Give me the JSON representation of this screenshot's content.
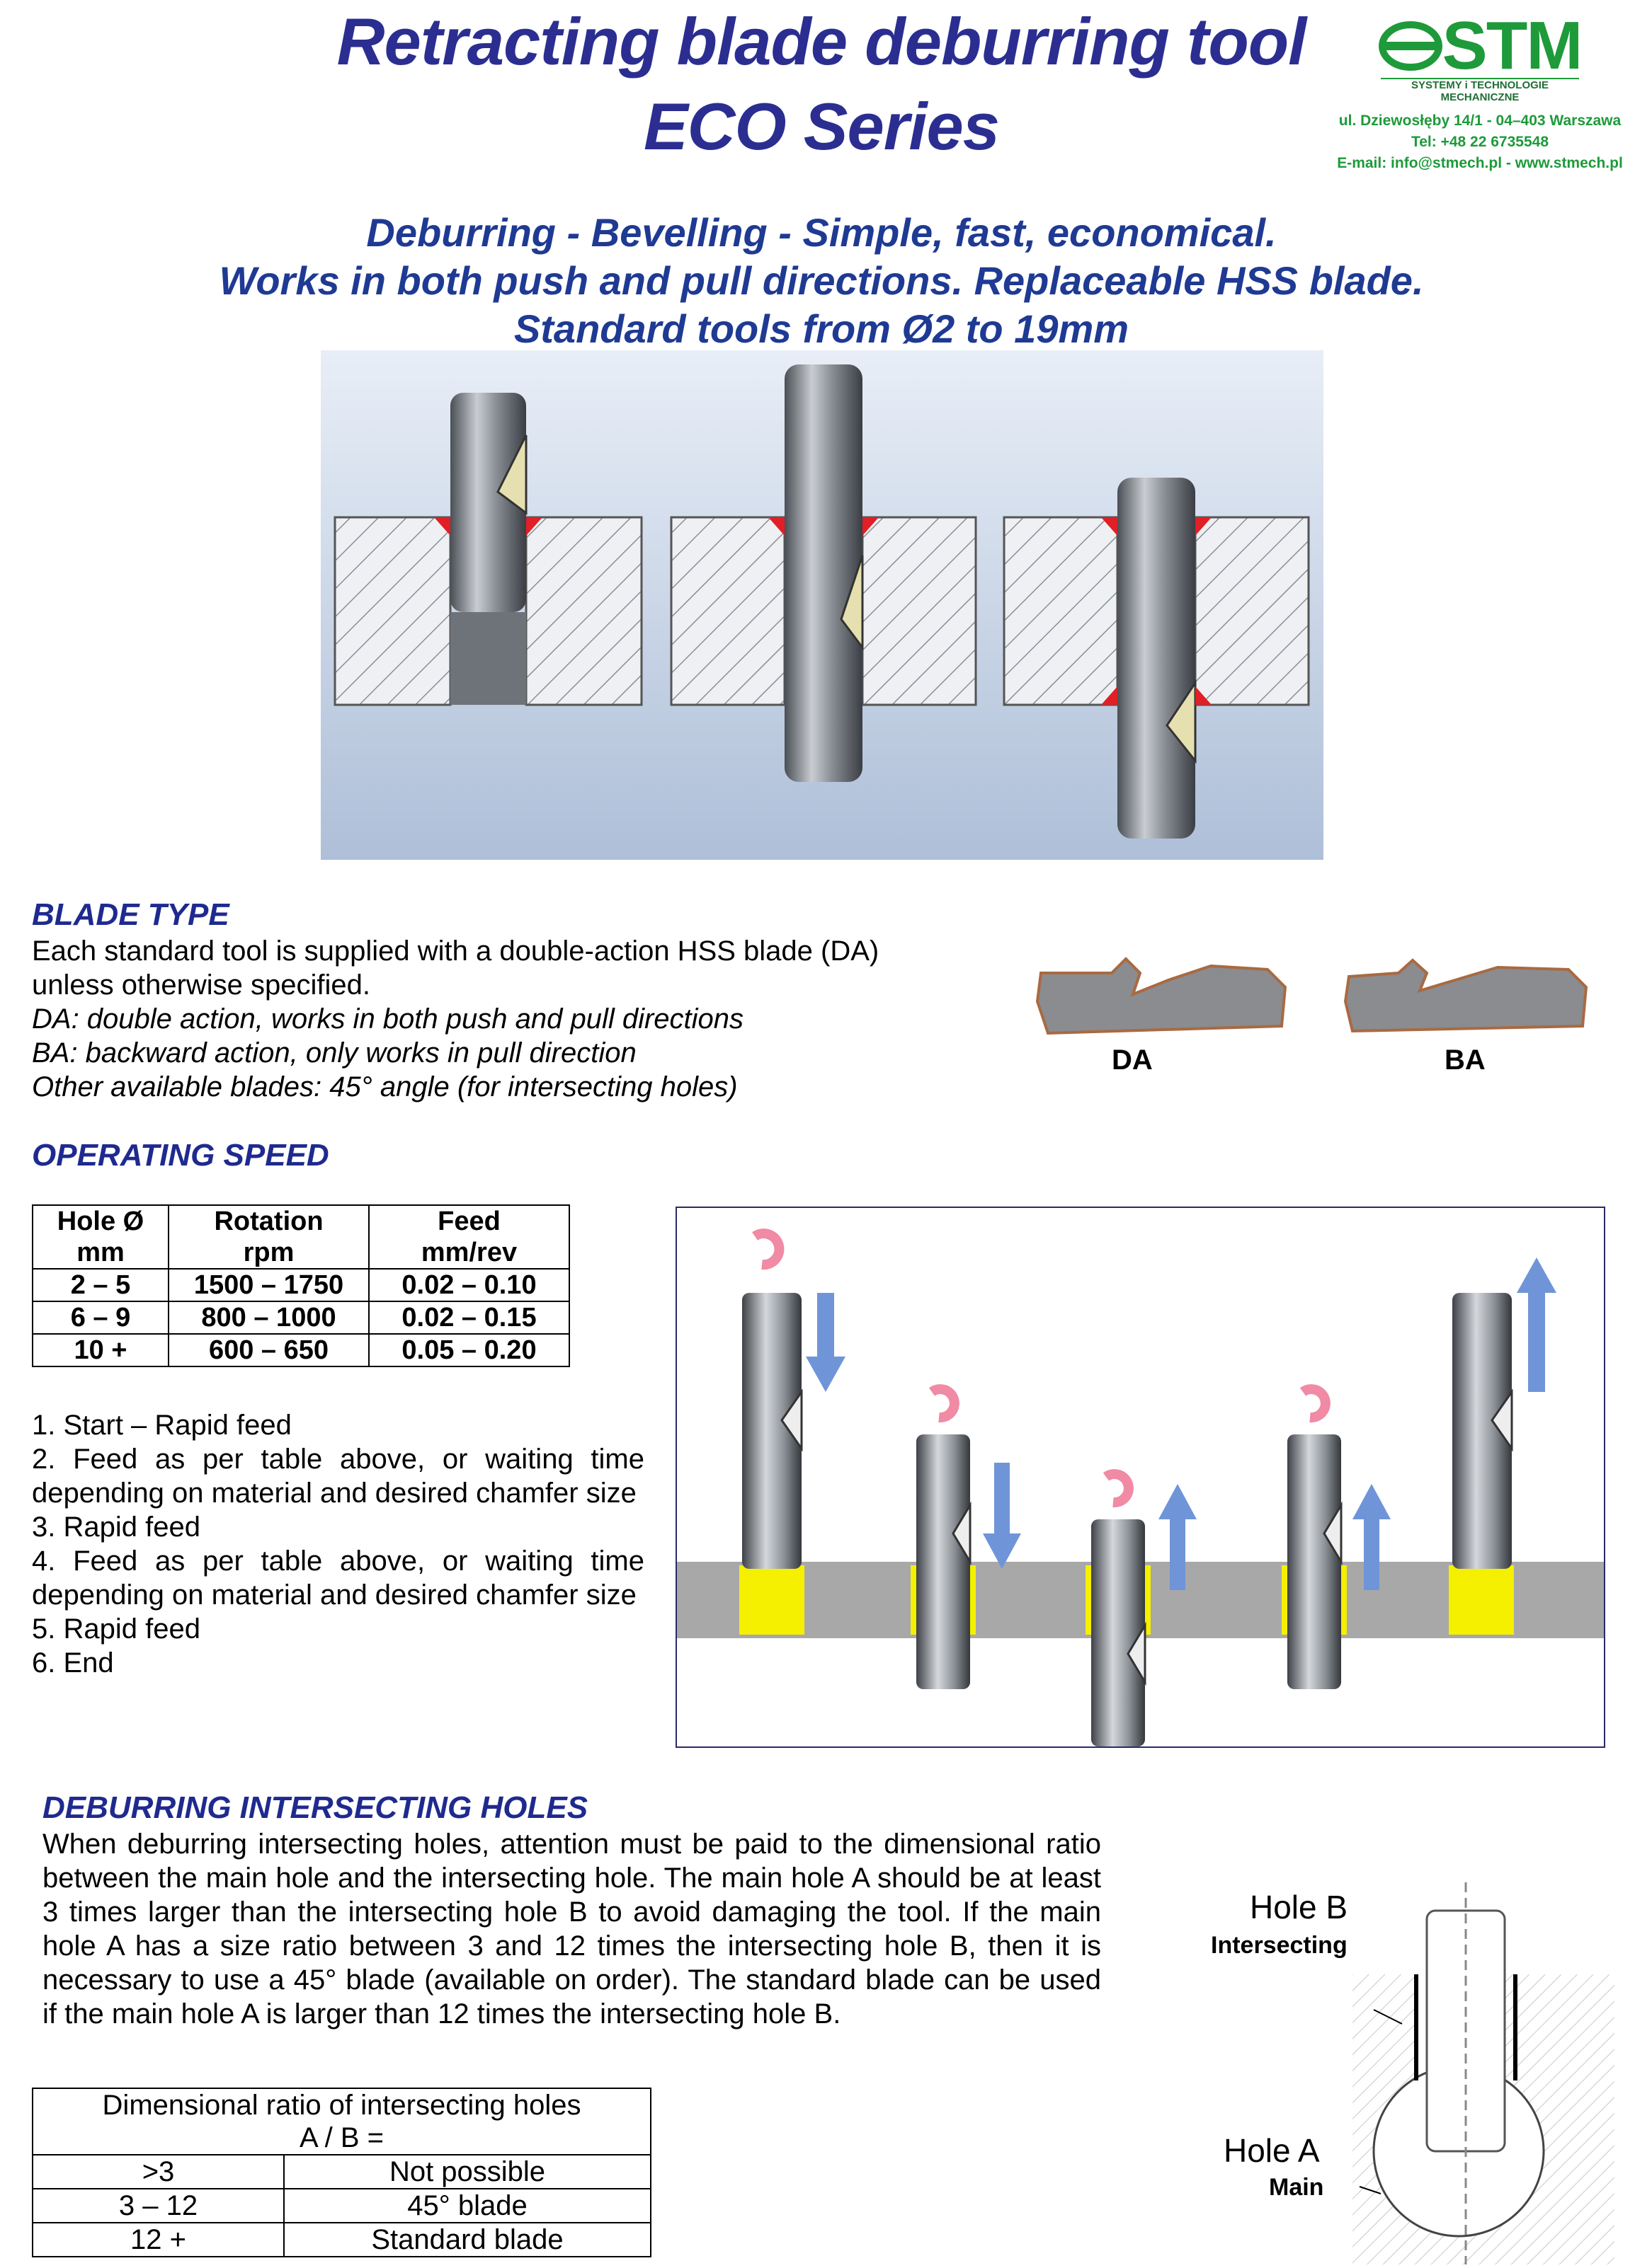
{
  "header": {
    "title_line1": "Retracting blade deburring tool",
    "title_line2": "ECO Series",
    "logo_text": "STM",
    "logo_subtext": "SYSTEMY i TECHNOLOGIE MECHANICZNE",
    "address": "ul. Dziewosłęby 14/1 - 04–403 Warszawa",
    "phone": "Tel: +48 22 6735548",
    "email_web": "E-mail: info@stmech.pl - www.stmech.pl"
  },
  "subtitle": {
    "line1": "Deburring - Bevelling - Simple, fast, economical.",
    "line2": "Works in both push and pull directions. Replaceable HSS blade.",
    "line3": "Standard tools from Ø2 to 19mm"
  },
  "blade_type": {
    "heading": "BLADE TYPE",
    "line1": "Each standard tool is supplied with a double-action HSS blade (DA)",
    "line2": "unless otherwise specified.",
    "line3": "DA: double action, works in both push and pull directions",
    "line4": "BA: backward action, only works in pull direction",
    "line5": "Other available blades:  45° angle (for intersecting holes)",
    "label_da": "DA",
    "label_ba": "BA"
  },
  "operating_speed": {
    "heading": "OPERATING SPEED",
    "headers": [
      {
        "l1": "Hole Ø",
        "l2": "mm"
      },
      {
        "l1": "Rotation",
        "l2": "rpm"
      },
      {
        "l1": "Feed",
        "l2": "mm/rev"
      }
    ],
    "rows": [
      [
        "2 – 5",
        "1500 – 1750",
        "0.02 – 0.10"
      ],
      [
        "6 – 9",
        "800 – 1000",
        "0.02 – 0.15"
      ],
      [
        "10 +",
        "600 – 650",
        "0.05 – 0.20"
      ]
    ],
    "steps": [
      "1. Start – Rapid feed",
      "2. Feed as per table above, or waiting time depending on material and desired chamfer size",
      "3. Rapid feed",
      "4. Feed as per table above, or waiting time depending on material and desired chamfer size",
      "5. Rapid feed",
      "6. End"
    ]
  },
  "intersecting": {
    "heading": "DEBURRING INTERSECTING HOLES",
    "paragraph": "When deburring intersecting holes, attention must be paid to the dimensional ratio between the main hole and the intersecting hole. The main hole A should be at least 3 times larger than the intersecting hole B to avoid damaging the tool. If the main hole A has a size ratio between 3 and 12 times the intersecting hole B, then it is necessary to use a 45° blade (available on order). The standard blade can be used if the main hole A is larger than 12 times the intersecting hole B.",
    "table_title1": "Dimensional ratio of intersecting holes",
    "table_title2": "A / B =",
    "rows": [
      [
        ">3",
        "Not possible"
      ],
      [
        "3 – 12",
        "45° blade"
      ],
      [
        "12 +",
        "Standard blade"
      ]
    ],
    "diagram": {
      "hole_b": "Hole B",
      "hole_b_sub": "Intersecting",
      "hole_a": "Hole A",
      "hole_a_sub": "Main"
    }
  },
  "colors": {
    "title": "#2b2e90",
    "logo_green": "#1e9a3a",
    "chamfer_red": "#e01f26",
    "chamfer_yellow": "#f5ef00",
    "arrow_blue": "#6f95d8",
    "rotation_pink": "#f08aa5"
  }
}
